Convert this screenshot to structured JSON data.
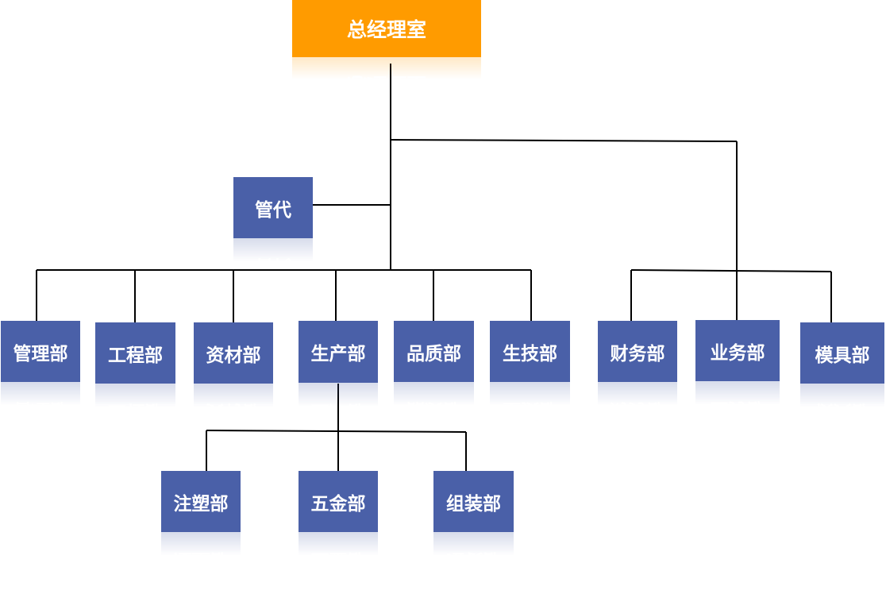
{
  "org_chart": {
    "root": {
      "label": "总经理室",
      "color": "#ff9b00"
    },
    "assistant": {
      "label": "管代"
    },
    "departments": [
      {
        "label": "管理部"
      },
      {
        "label": "工程部"
      },
      {
        "label": "资材部"
      },
      {
        "label": "生产部"
      },
      {
        "label": "品质部"
      },
      {
        "label": "生技部"
      },
      {
        "label": "财务部"
      },
      {
        "label": "业务部"
      },
      {
        "label": "模具部"
      }
    ],
    "production_subunits": [
      {
        "label": "注塑部"
      },
      {
        "label": "五金部"
      },
      {
        "label": "组装部"
      }
    ],
    "box_color": "#4a60a8",
    "line_color": "#000000"
  }
}
